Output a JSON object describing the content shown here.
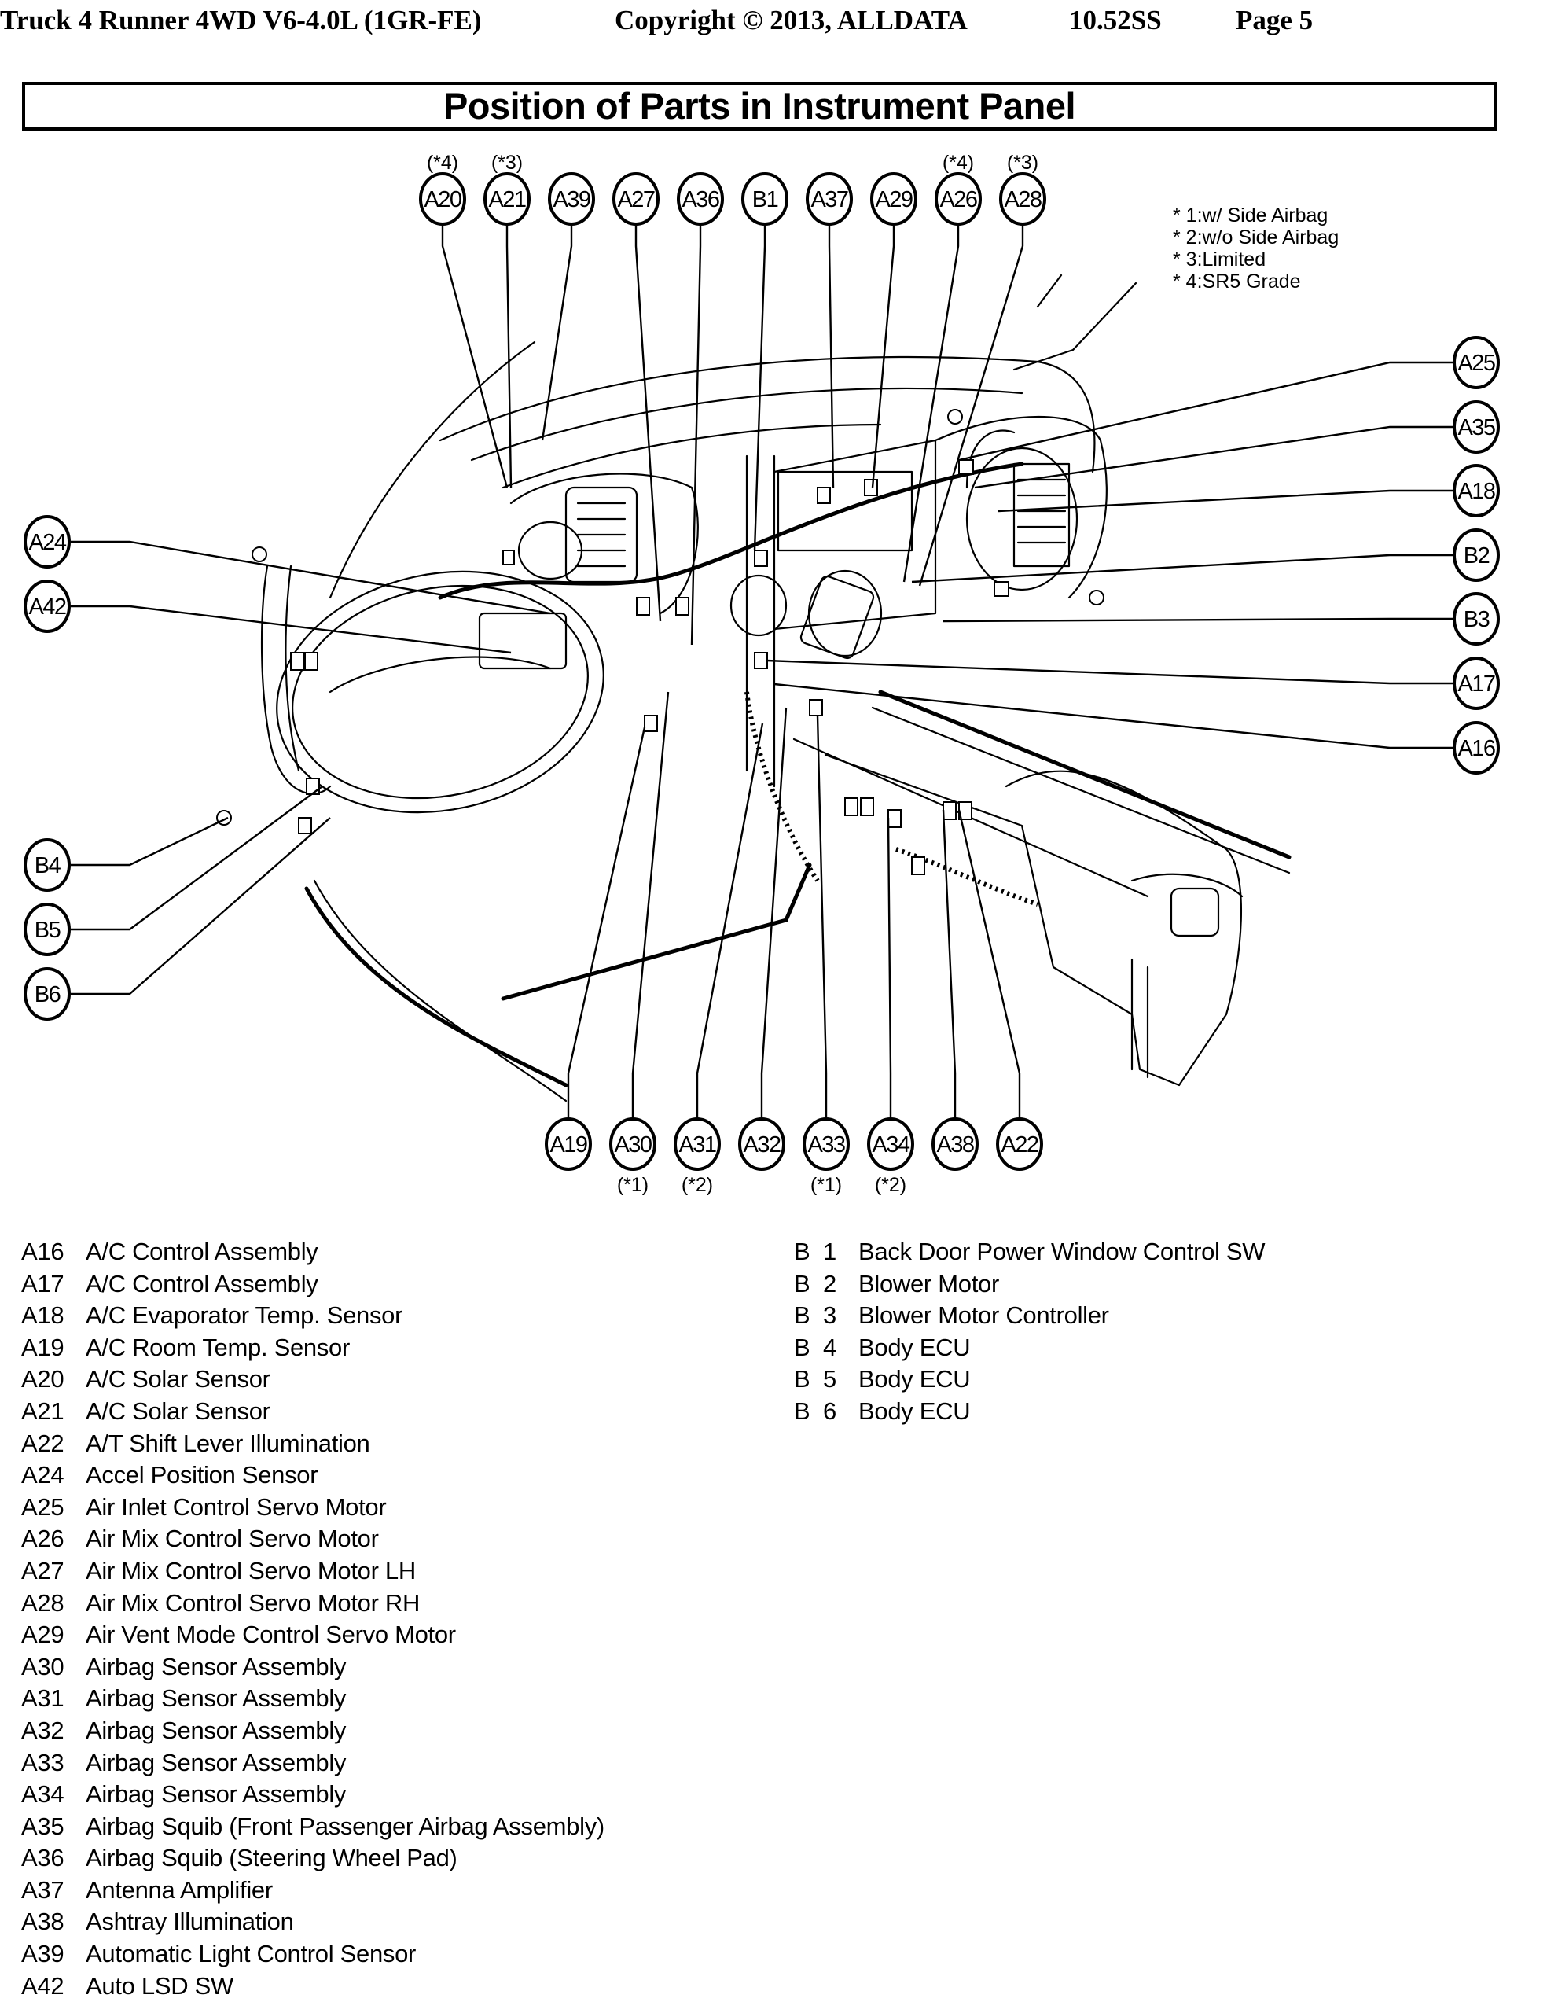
{
  "header": {
    "vehicle": "Truck 4 Runner 4WD V6-4.0L (1GR-FE)",
    "copyright": "Copyright © 2013, ALLDATA",
    "version": "10.52SS",
    "page": "Page 5"
  },
  "title": "Position of Parts in Instrument Panel",
  "notes": [
    "* 1:w/ Side Airbag",
    "* 2:w/o Side Airbag",
    "* 3:Limited",
    "* 4:SR5 Grade"
  ],
  "callouts": {
    "top": [
      {
        "label": "A20",
        "note": "(*4)"
      },
      {
        "label": "A21",
        "note": "(*3)"
      },
      {
        "label": "A39",
        "note": ""
      },
      {
        "label": "A27",
        "note": ""
      },
      {
        "label": "A36",
        "note": ""
      },
      {
        "label": "B1",
        "note": ""
      },
      {
        "label": "A37",
        "note": ""
      },
      {
        "label": "A29",
        "note": ""
      },
      {
        "label": "A26",
        "note": "(*4)"
      },
      {
        "label": "A28",
        "note": "(*3)"
      }
    ],
    "right": [
      {
        "label": "A25"
      },
      {
        "label": "A35"
      },
      {
        "label": "A18"
      },
      {
        "label": "B2"
      },
      {
        "label": "B3"
      },
      {
        "label": "A17"
      },
      {
        "label": "A16"
      }
    ],
    "left": [
      {
        "label": "A24"
      },
      {
        "label": "A42"
      },
      {
        "label": "B4"
      },
      {
        "label": "B5"
      },
      {
        "label": "B6"
      }
    ],
    "bottom": [
      {
        "label": "A19",
        "note": ""
      },
      {
        "label": "A30",
        "note": "(*1)"
      },
      {
        "label": "A31",
        "note": "(*2)"
      },
      {
        "label": "A32",
        "note": ""
      },
      {
        "label": "A33",
        "note": "(*1)"
      },
      {
        "label": "A34",
        "note": "(*2)"
      },
      {
        "label": "A38",
        "note": ""
      },
      {
        "label": "A22",
        "note": ""
      }
    ]
  },
  "parts_a": [
    {
      "code": "A16",
      "name": "A/C Control Assembly"
    },
    {
      "code": "A17",
      "name": "A/C Control Assembly"
    },
    {
      "code": "A18",
      "name": "A/C Evaporator Temp. Sensor"
    },
    {
      "code": "A19",
      "name": "A/C Room Temp. Sensor"
    },
    {
      "code": "A20",
      "name": "A/C Solar Sensor"
    },
    {
      "code": "A21",
      "name": "A/C Solar Sensor"
    },
    {
      "code": "A22",
      "name": "A/T Shift Lever Illumination"
    },
    {
      "code": "A24",
      "name": "Accel Position Sensor"
    },
    {
      "code": "A25",
      "name": "Air Inlet Control Servo Motor"
    },
    {
      "code": "A26",
      "name": "Air Mix Control Servo Motor"
    },
    {
      "code": "A27",
      "name": "Air Mix Control Servo Motor LH"
    },
    {
      "code": "A28",
      "name": "Air Mix Control Servo Motor RH"
    },
    {
      "code": "A29",
      "name": "Air Vent Mode Control Servo Motor"
    },
    {
      "code": "A30",
      "name": "Airbag Sensor Assembly"
    },
    {
      "code": "A31",
      "name": "Airbag Sensor Assembly"
    },
    {
      "code": "A32",
      "name": "Airbag Sensor Assembly"
    },
    {
      "code": "A33",
      "name": "Airbag Sensor Assembly"
    },
    {
      "code": "A34",
      "name": "Airbag Sensor Assembly"
    },
    {
      "code": "A35",
      "name": "Airbag Squib (Front Passenger Airbag Assembly)"
    },
    {
      "code": "A36",
      "name": "Airbag Squib (Steering Wheel Pad)"
    },
    {
      "code": "A37",
      "name": "Antenna Amplifier"
    },
    {
      "code": "A38",
      "name": "Ashtray Illumination"
    },
    {
      "code": "A39",
      "name": "Automatic Light Control Sensor"
    },
    {
      "code": "A42",
      "name": "Auto LSD SW"
    }
  ],
  "parts_b": [
    {
      "code": "B  1",
      "name": "Back Door Power Window Control SW"
    },
    {
      "code": "B  2",
      "name": "Blower Motor"
    },
    {
      "code": "B  3",
      "name": "Blower Motor Controller"
    },
    {
      "code": "B  4",
      "name": "Body ECU"
    },
    {
      "code": "B  5",
      "name": "Body ECU"
    },
    {
      "code": "B  6",
      "name": "Body ECU"
    }
  ]
}
